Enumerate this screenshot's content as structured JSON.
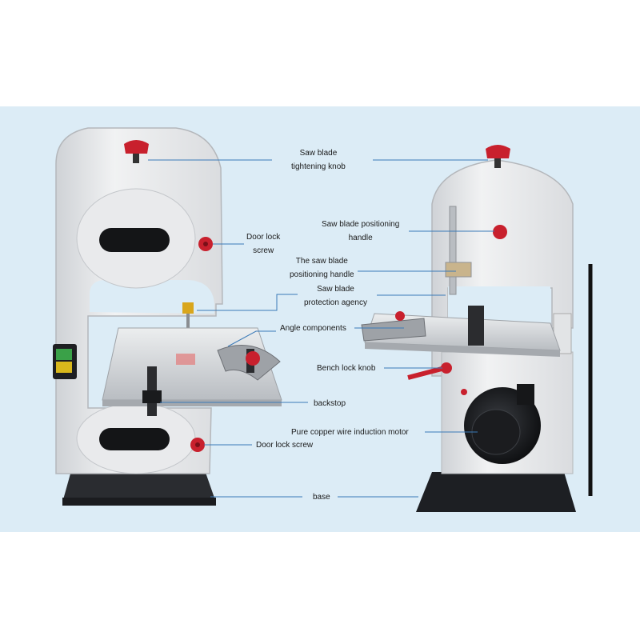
{
  "background_color": "#dcecf6",
  "accent_color": "#c8202d",
  "line_color": "#3a7ab8",
  "callouts": [
    {
      "id": "saw-blade-tightening-knob",
      "lines": [
        "Saw blade",
        "tightening knob"
      ]
    },
    {
      "id": "door-lock-screw-upper",
      "lines": [
        "Door lock",
        "screw"
      ]
    },
    {
      "id": "saw-blade-positioning-handle",
      "lines": [
        "Saw blade positioning",
        "handle"
      ]
    },
    {
      "id": "the-saw-blade-positioning-handle",
      "lines": [
        "The saw blade",
        "positioning handle"
      ]
    },
    {
      "id": "saw-blade-protection-agency",
      "lines": [
        "Saw blade",
        "protection agency"
      ]
    },
    {
      "id": "angle-components",
      "lines": [
        "Angle components"
      ]
    },
    {
      "id": "bench-lock-knob",
      "lines": [
        "Bench lock knob"
      ]
    },
    {
      "id": "backstop",
      "lines": [
        "backstop"
      ]
    },
    {
      "id": "pure-copper-wire-induction-motor",
      "lines": [
        "Pure copper wire induction motor"
      ]
    },
    {
      "id": "door-lock-screw-lower",
      "lines": [
        "Door lock screw"
      ]
    },
    {
      "id": "base",
      "lines": [
        "base"
      ]
    }
  ]
}
